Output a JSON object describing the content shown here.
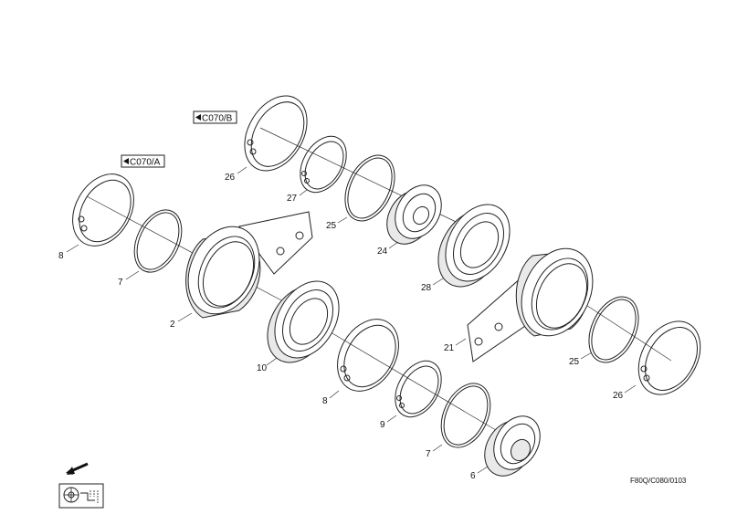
{
  "references": {
    "ref_a": "C070/A",
    "ref_b": "C070/B"
  },
  "part_numbers": {
    "p8_left": "8",
    "p7_left": "7",
    "p2": "2",
    "p26_top": "26",
    "p27": "27",
    "p25_top": "25",
    "p24": "24",
    "p28": "28",
    "p10": "10",
    "p8_mid": "8",
    "p9": "9",
    "p7_bottom": "7",
    "p6": "6",
    "p21": "21",
    "p25_right": "25",
    "p26_right": "26"
  },
  "drawing_code": "F80Q/C080/0103",
  "icons": {
    "direction": "arrow-down-left-icon",
    "machine": "machine-symbol-icon"
  }
}
